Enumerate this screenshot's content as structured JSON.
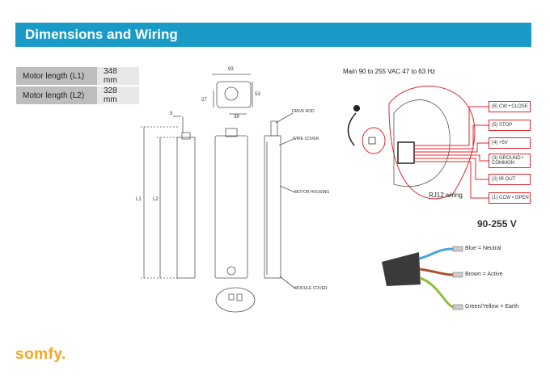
{
  "header": {
    "title": "Dimensions and Wiring"
  },
  "specs": [
    {
      "label": "Motor length (L1)",
      "value": "348 mm"
    },
    {
      "label": "Motor length (L2)",
      "value": "328 mm"
    }
  ],
  "dimensions": {
    "width_top": "93",
    "height_right": "53",
    "height_left": "27",
    "offset_bottom": "39",
    "drive_offset": "5",
    "l1": "L1",
    "l2": "L2"
  },
  "callouts": {
    "drive_rod": "DRIVE ROD",
    "wire_cover": "WIRE COVER",
    "motor_housing": "MOTOR HOUSING",
    "module_cover": "MODULE COVER"
  },
  "wiring": {
    "mains": "Main 90 to 255 VAC 47 to 63 Hz",
    "rj12": "RJ12 wiring",
    "terminals": [
      {
        "label": "(6) CW • CLOSE"
      },
      {
        "label": "(5) STOP"
      },
      {
        "label": "(4) +5V"
      },
      {
        "label": "(3) GROUND • COMMON"
      },
      {
        "label": "(2) IR OUT"
      },
      {
        "label": "(1) CCW • OPEN"
      }
    ],
    "voltage": "90-255 V",
    "wires": [
      {
        "label": "Blue = Neutral",
        "color": "#4aa3d9"
      },
      {
        "label": "Brown = Active",
        "color": "#b0502f"
      },
      {
        "label": "Green/Yellow = Earth",
        "color": "#8fbf3a"
      }
    ],
    "line_color": "#e0242b"
  },
  "brand": {
    "logo": "somfy."
  }
}
